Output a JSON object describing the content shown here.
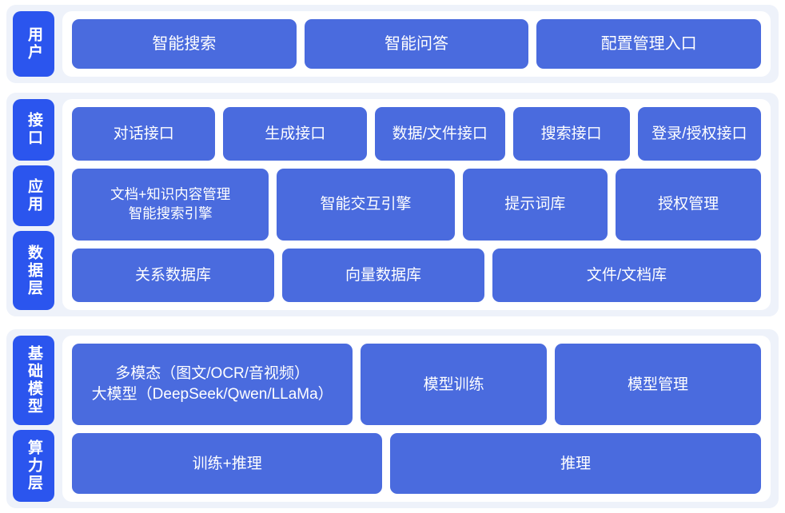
{
  "colors": {
    "page_background": "#ffffff",
    "band_background": "#eef2fa",
    "card_background": "#ffffff",
    "tab_blue": "#2B55EE",
    "box_blue": "#4A6BDE",
    "text_white": "#ffffff"
  },
  "sections": [
    {
      "id": "user",
      "tabs": [
        {
          "label": "用户"
        }
      ],
      "rows": [
        {
          "boxes": [
            {
              "label": "智能搜索",
              "flex": 3
            },
            {
              "label": "智能问答",
              "flex": 3
            },
            {
              "label": "配置管理入口",
              "flex": 3
            }
          ]
        }
      ]
    },
    {
      "id": "middle",
      "tabs": [
        {
          "label": "接口"
        },
        {
          "label": "应用"
        },
        {
          "label": "数据层"
        }
      ],
      "rows": [
        {
          "boxes": [
            {
              "label": "对话接口",
              "flex": 20
            },
            {
              "label": "生成接口",
              "flex": 20
            },
            {
              "label": "数据/文件接口",
              "flex": 18
            },
            {
              "label": "搜索接口",
              "flex": 16
            },
            {
              "label": "登录/授权接口",
              "flex": 17
            }
          ]
        },
        {
          "boxes": [
            {
              "label": "文档+知识内容管理\n智能搜索引擎",
              "flex": 29,
              "multiline": true
            },
            {
              "label": "智能交互引擎",
              "flex": 26
            },
            {
              "label": "提示词库",
              "flex": 21
            },
            {
              "label": "授权管理",
              "flex": 21
            }
          ]
        },
        {
          "boxes": [
            {
              "label": "关系数据库",
              "flex": 29
            },
            {
              "label": "向量数据库",
              "flex": 29
            },
            {
              "label": "文件/文档库",
              "flex": 39
            }
          ]
        }
      ]
    },
    {
      "id": "infra",
      "tabs": [
        {
          "label": "基础模型"
        },
        {
          "label": "算力层"
        }
      ],
      "rows": [
        {
          "boxes": [
            {
              "label": "多模态（图文/OCR/音视频）\n大模型（DeepSeek/Qwen/LLaMa）",
              "flex": 40,
              "multiline": true
            },
            {
              "label": "模型训练",
              "flex": 26
            },
            {
              "label": "模型管理",
              "flex": 29
            }
          ]
        },
        {
          "boxes": [
            {
              "label": "训练+推理",
              "flex": 45
            },
            {
              "label": "推理",
              "flex": 54
            }
          ]
        }
      ]
    }
  ]
}
